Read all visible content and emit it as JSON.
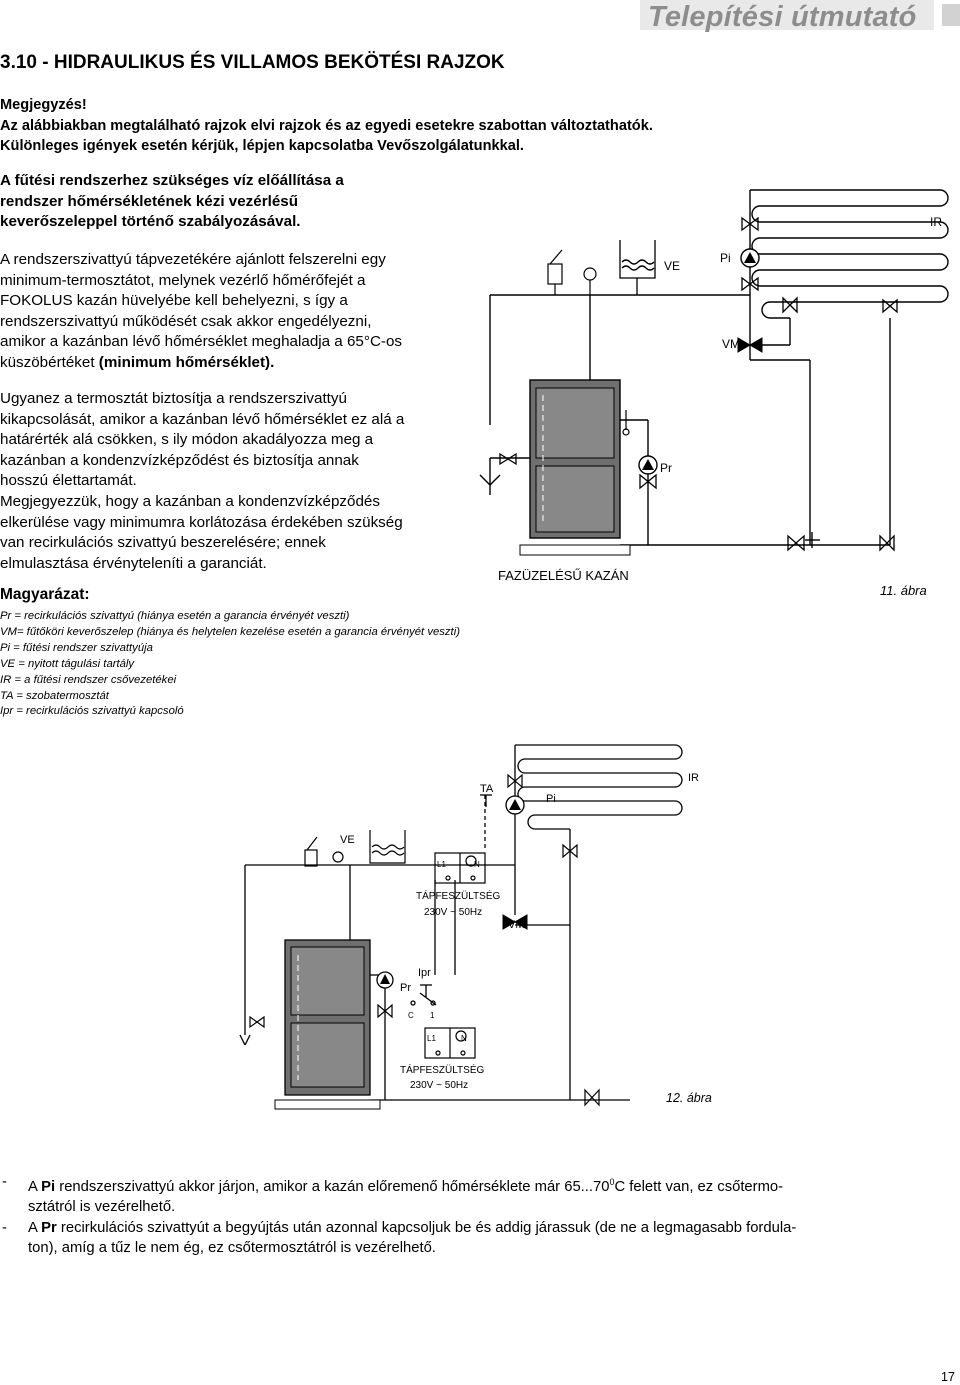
{
  "header": {
    "title": "Telepítési útmutató"
  },
  "section_title": "3.10 - HIDRAULIKUS ÉS VILLAMOS BEKÖTÉSI RAJZOK",
  "note": {
    "heading": "Megjegyzés!",
    "lines": [
      "Az alábbiakban megtalálható rajzok elvi rajzok és az egyedi esetekre szabottan változtathatók.",
      "Különleges igények esetén kérjük, lépjen kapcsolatba Vevőszolgálatunkkal."
    ]
  },
  "intro_bold": [
    "A fűtési rendszerhez szükséges víz előállítása a",
    "rendszer hőmérsékletének kézi vezérlésű",
    "keverőszeleppel történő szabályozásával."
  ],
  "para1": [
    "A rendszerszivattyú tápvezetékére ajánlott felszerelni egy",
    "minimum-termosztátot, melynek vezérlő hőmérőfejét a",
    "FOKOLUS kazán hüvelyébe kell behelyezni, s így a",
    "rendszerszivattyú működését csak akkor engedélyezni,",
    "amikor a kazánban lévő hőmérséklet meghaladja a 65°C-os",
    "küszöbértéket"
  ],
  "para1_bold_end": "(minimum hőmérséklet).",
  "para2": [
    "Ugyanez a termosztát biztosítja a rendszerszivattyú",
    "kikapcsolását, amikor a kazánban lévő hőmérséklet ez alá a",
    "határérték alá csökken, s ily módon akadályozza meg a",
    "kazánban a kondenzvízképződést és biztosítja annak",
    "hosszú élettartamát.",
    "Megjegyezzük, hogy a kazánban a kondenzvízképződés",
    "elkerülése vagy minimumra korlátozása érdekében szükség",
    "van recirkulációs szivattyú beszerelésére; ennek",
    "elmulasztása érvényteleníti a garanciát."
  ],
  "legend": {
    "heading": "Magyarázat:",
    "items": [
      "Pr  = recirkulációs szivattyú (hiánya esetén a garancia érvényét veszti)",
      "VM= fűtőköri keverőszelep (hiánya és helytelen kezelése esetén a garancia érvényét veszti)",
      "Pi   = fűtési rendszer szivattyúja",
      "VE = nyitott tágulási tartály",
      "IR   = a fűtési rendszer csővezetékei",
      "TA  = szobatermosztát",
      "Ipr = recirkulációs szivattyú kapcsoló"
    ]
  },
  "figure11": {
    "labels": {
      "IR": "IR",
      "VE": "VE",
      "Pi": "Pi",
      "VM": "VM",
      "Pr": "Pr"
    },
    "boiler_caption": "FAZÜZELÉSŰ KAZÁN",
    "caption": "11. ábra"
  },
  "figure12": {
    "labels": {
      "TA": "TA",
      "IR": "IR",
      "Pi": "Pi",
      "VE": "VE",
      "VM": "VM",
      "Ipr": "Ipr",
      "Pr": "Pr",
      "C": "C",
      "one": "1",
      "L1": "L1",
      "N": "N",
      "L1b": "L1",
      "Nb": "N"
    },
    "power1": {
      "title": "TÁPFESZÜLTSÉG",
      "value": "230V ~ 50Hz"
    },
    "power2": {
      "title": "TÁPFESZÜLTSÉG",
      "value": "230V ~ 50Hz"
    },
    "caption": "12. ábra"
  },
  "bottom_notes": [
    {
      "pre": "A ",
      "bold": "Pi",
      "post": " rendszerszivattyú akkor járjon, amikor a kazán előremenő hőmérséklete már 65...70",
      "sup": "0",
      "post2": "C felett van, ez csőtermo-",
      "line2": "sztátról is vezérelhető."
    },
    {
      "pre": "A ",
      "bold": "Pr",
      "post": " recirkulációs szivattyút a begyújtás után azonnal kapcsoljuk be és addig járassuk (de ne a legmagasabb fordula-",
      "line2": "ton), amíg a tűz le nem ég, ez csőtermosztátról is vezérelhető."
    }
  ],
  "page_number": "17"
}
